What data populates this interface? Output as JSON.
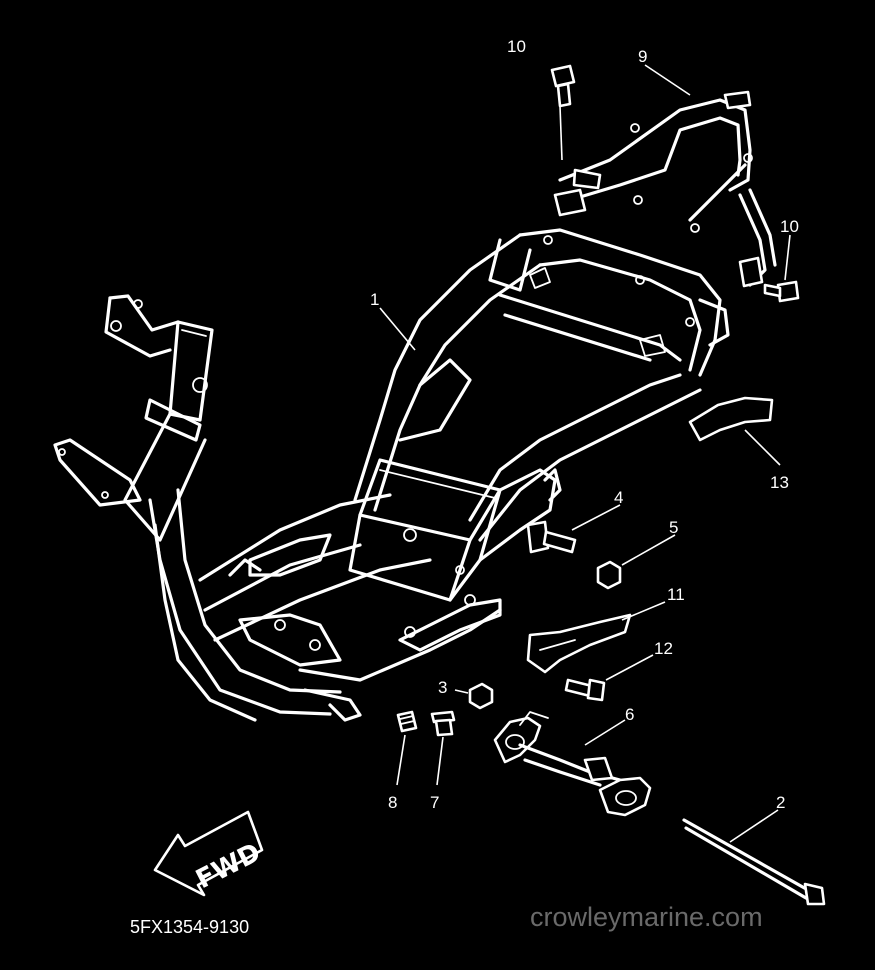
{
  "diagram": {
    "part_code": "5FX1354-9130",
    "watermark": "crowleymarine.com",
    "direction_label": "FWD",
    "callouts": [
      {
        "id": "c1",
        "label": "1"
      },
      {
        "id": "c2",
        "label": "2"
      },
      {
        "id": "c3",
        "label": "3"
      },
      {
        "id": "c4",
        "label": "4"
      },
      {
        "id": "c5",
        "label": "5"
      },
      {
        "id": "c6",
        "label": "6"
      },
      {
        "id": "c7",
        "label": "7"
      },
      {
        "id": "c8",
        "label": "8"
      },
      {
        "id": "c9",
        "label": "9"
      },
      {
        "id": "c10a",
        "label": "10"
      },
      {
        "id": "c10b",
        "label": "10"
      },
      {
        "id": "c11",
        "label": "11"
      },
      {
        "id": "c12",
        "label": "12"
      },
      {
        "id": "c13",
        "label": "13"
      }
    ]
  },
  "colors": {
    "background": "#000000",
    "line": "#ffffff",
    "watermark": "#6a6a6a"
  }
}
